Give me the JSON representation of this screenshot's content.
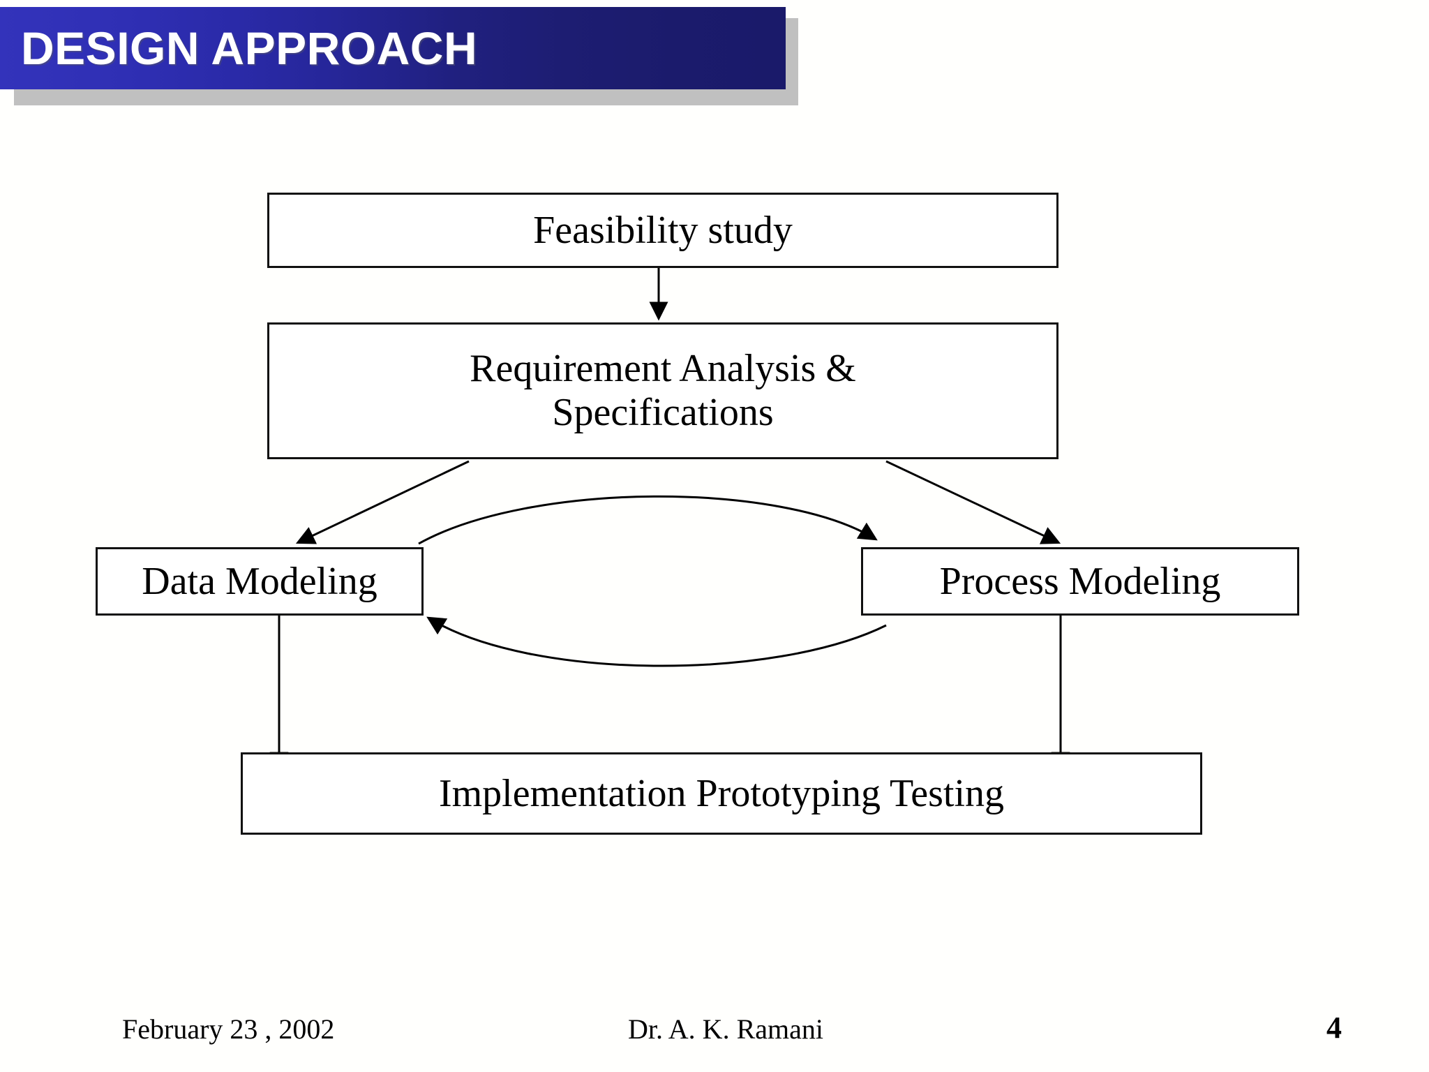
{
  "slide": {
    "title": "DESIGN APPROACH",
    "title_bar_gradient_from": "#3333bb",
    "title_bar_gradient_to": "#1a1a6a",
    "title_shadow_color": "#c0c0c0",
    "background": "#fffffd",
    "ink_color": "#000000"
  },
  "diagram": {
    "type": "flowchart",
    "nodes": [
      {
        "id": "feasibility",
        "label": "Feasibility study"
      },
      {
        "id": "requirements",
        "label": "Requirement Analysis &\nSpecifications",
        "line1": "Requirement Analysis &",
        "line2": "Specifications"
      },
      {
        "id": "data_modeling",
        "label": "Data Modeling"
      },
      {
        "id": "process_modeling",
        "label": "Process Modeling"
      },
      {
        "id": "implementation",
        "label": "Implementation Prototyping Testing"
      }
    ],
    "edges": [
      {
        "from": "feasibility",
        "to": "requirements",
        "style": "straight-vertical"
      },
      {
        "from": "requirements",
        "to": "data_modeling",
        "style": "straight-diagonal"
      },
      {
        "from": "requirements",
        "to": "process_modeling",
        "style": "straight-diagonal"
      },
      {
        "from": "data_modeling",
        "to": "process_modeling",
        "style": "curved-upper"
      },
      {
        "from": "process_modeling",
        "to": "data_modeling",
        "style": "curved-lower"
      },
      {
        "from": "data_modeling",
        "to": "implementation",
        "style": "straight-vertical"
      },
      {
        "from": "process_modeling",
        "to": "implementation",
        "style": "straight-vertical"
      }
    ]
  },
  "footer": {
    "date": "February 23 , 2002",
    "author": "Dr. A. K. Ramani",
    "page_number": "4"
  }
}
